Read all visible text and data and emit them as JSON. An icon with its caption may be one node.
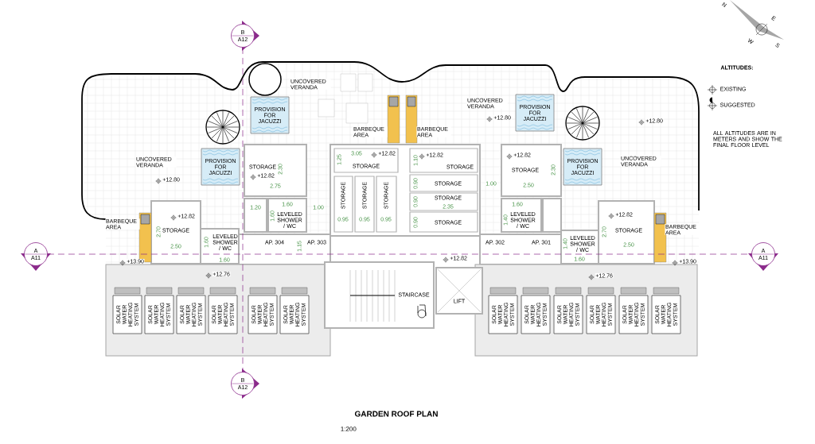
{
  "diagram": {
    "title": "GARDEN ROOF PLAN",
    "nodes": [
      {
        "text": [
          "B",
          "A12"
        ]
      },
      {
        "text": [
          "PROVISION FOR JACUZZI"
        ]
      },
      {
        "text": [
          "PROVISION FOR JACUZZI"
        ]
      },
      {
        "text": [
          "PROVISION FOR JACUZZI"
        ]
      },
      {
        "text": [
          "PROVISION FOR JACUZZI"
        ]
      },
      {
        "text": [
          "A",
          "A11"
        ]
      },
      {
        "text": [
          "A",
          "A11"
        ]
      },
      {
        "text": [
          "SOLAR WATER HEATING SYSTEM"
        ]
      },
      {
        "text": [
          "SOLAR WATER HEATING SYSTEM"
        ]
      },
      {
        "text": [
          "SOLAR WATER HEATING SYSTEM"
        ]
      },
      {
        "text": [
          "SOLAR WATER HEATING SYSTEM"
        ]
      },
      {
        "text": [
          "SOLAR WATER HEATING SYSTEM"
        ]
      },
      {
        "text": [
          "SOLAR WATER HEATING SYSTEM"
        ]
      },
      {
        "text": [
          "SOLAR WATER HEATING SYSTEM"
        ]
      },
      {
        "text": [
          "SOLAR WATER HEATING SYSTEM"
        ]
      },
      {
        "text": [
          "SOLAR WATER HEATING SYSTEM"
        ]
      },
      {
        "text": [
          "SOLAR WATER HEATING SYSTEM"
        ]
      },
      {
        "text": [
          "SOLAR WATER HEATING SYSTEM"
        ]
      },
      {
        "text": [
          "SOLAR WATER HEATING SYSTEM"
        ]
      },
      {
        "text": [
          "B",
          "A12"
        ]
      }
    ],
    "edges": [
      {
        "from": 0,
        "to": 19,
        "arrow": "none",
        "style": "dashed"
      },
      {
        "from": 5,
        "to": 6,
        "arrow": "none",
        "style": "dashed"
      }
    ],
    "labels": [
      "N",
      "E",
      "W",
      "S",
      "ALTITUDES:",
      "UNCOVERED VERANDA",
      "UNCOVERED VERANDA",
      "+12.80",
      "+12.80",
      "BARBEQUE AREA",
      "BARBEQUE AREA",
      "ALL ALTITUDES ARE IN METERS AND SHOW THE FINAL FLOOR LEVEL",
      "3.05",
      "+12.82",
      "+12.82",
      "+12.82",
      "UNCOVERED VERANDA",
      "1.25",
      "1.10",
      "UNCOVERED VERANDA",
      "STORAGE",
      "2.30",
      "STORAGE",
      "STORAGE",
      "STORAGE",
      "2.30",
      "+12.80",
      "+12.82",
      "2.75",
      "0.90",
      "STORAGE",
      "1.00",
      "2.50",
      "STORAGE",
      "STORAGE",
      "STORAGE",
      "0.90",
      "STORAGE",
      "1.20",
      "1.60",
      "1.00",
      "2.35",
      "1.60",
      "BARBEQUE AREA",
      "+12.82",
      "1.60",
      "LEVELED SHOWER / WC",
      "0.95",
      "0.95",
      "0.95",
      "0.90",
      "STORAGE",
      "1.40",
      "LEVELED SHOWER / WC",
      "+12.82",
      "2.70",
      "STORAGE",
      "2.70",
      "STORAGE",
      "BARBEQUE AREA",
      "2.50",
      "1.60",
      "LEVELED SHOWER / WC",
      "AP. 304",
      "1.15",
      "AP. 303",
      "AP. 302",
      "AP. 301",
      "1.40",
      "LEVELED SHOWER / WC",
      "2.50",
      "+13.90",
      "1.60",
      "+12.82",
      "1.60",
      "+13.90",
      "+12.76",
      "+12.76",
      "STAIRCASE",
      "LIFT",
      "1:200"
    ],
    "legend": [
      {
        "text": "EXISTING"
      },
      {
        "text": "SUGGESTED"
      }
    ]
  }
}
